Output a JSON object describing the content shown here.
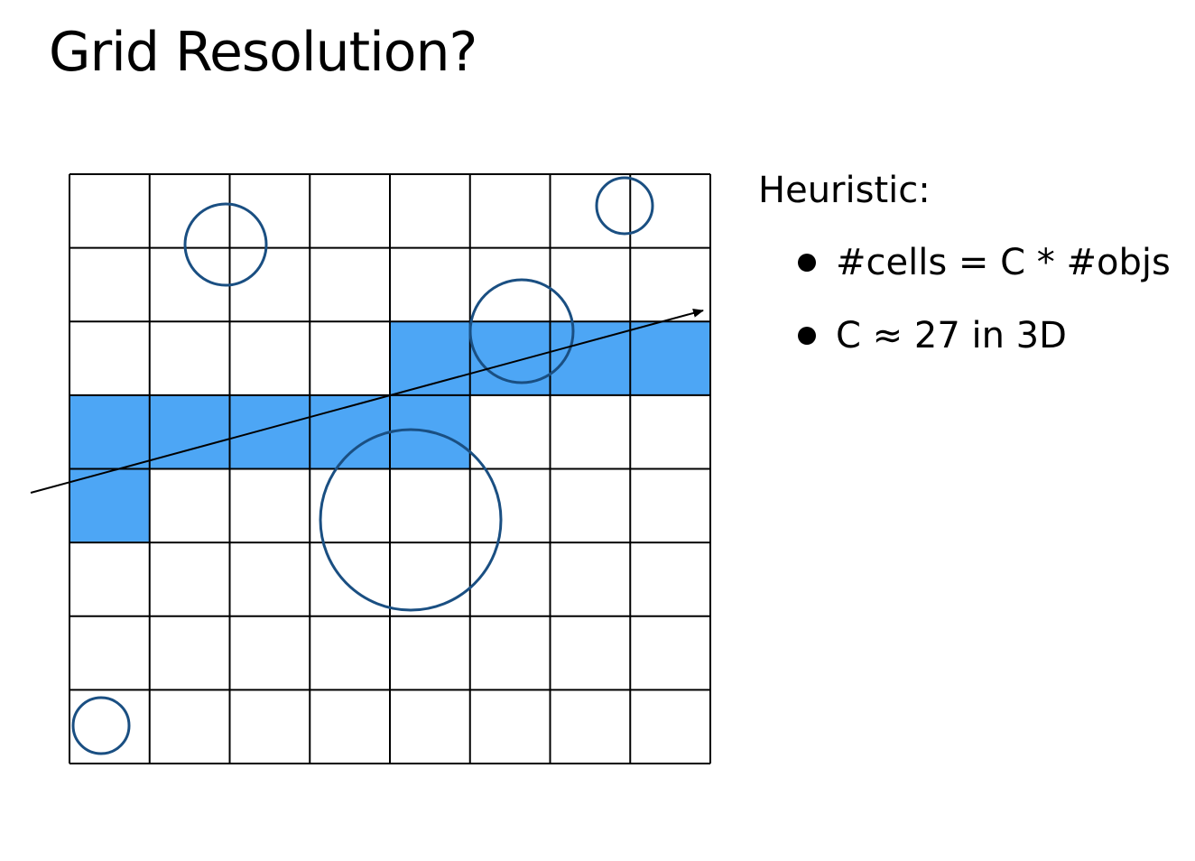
{
  "slide": {
    "title": "Grid Resolution?"
  },
  "heuristic": {
    "heading": "Heuristic:",
    "bullets": [
      "#cells = C * #objs",
      "C ≈ 27 in 3D"
    ]
  },
  "diagram": {
    "grid": {
      "cols": 8,
      "rows": 8
    },
    "colors": {
      "highlight": "#4da6f5",
      "circle_stroke": "#1a4f82",
      "line": "#000000"
    },
    "highlighted_cells": [
      [
        2,
        4
      ],
      [
        2,
        5
      ],
      [
        2,
        6
      ],
      [
        2,
        7
      ],
      [
        3,
        0
      ],
      [
        3,
        1
      ],
      [
        3,
        2
      ],
      [
        3,
        3
      ],
      [
        3,
        4
      ],
      [
        4,
        0
      ]
    ]
  }
}
